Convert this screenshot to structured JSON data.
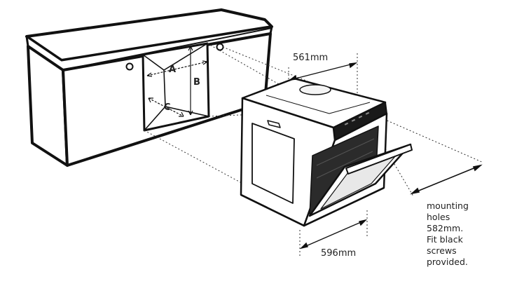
{
  "labels": {
    "dim_width_top": "561mm",
    "dim_width_bottom": "596mm",
    "cavity_a": "A",
    "cavity_b": "B",
    "cavity_c": "C"
  },
  "note": {
    "lines": [
      "mounting",
      "holes",
      "582mm.",
      "Fit black",
      "screws",
      "provided."
    ]
  },
  "colors": {
    "line": "#111111",
    "background": "#ffffff",
    "cavity_fill": "#ffffff",
    "oven_glass": "#2b2b2b",
    "control_panel": "#1a1a1a"
  }
}
